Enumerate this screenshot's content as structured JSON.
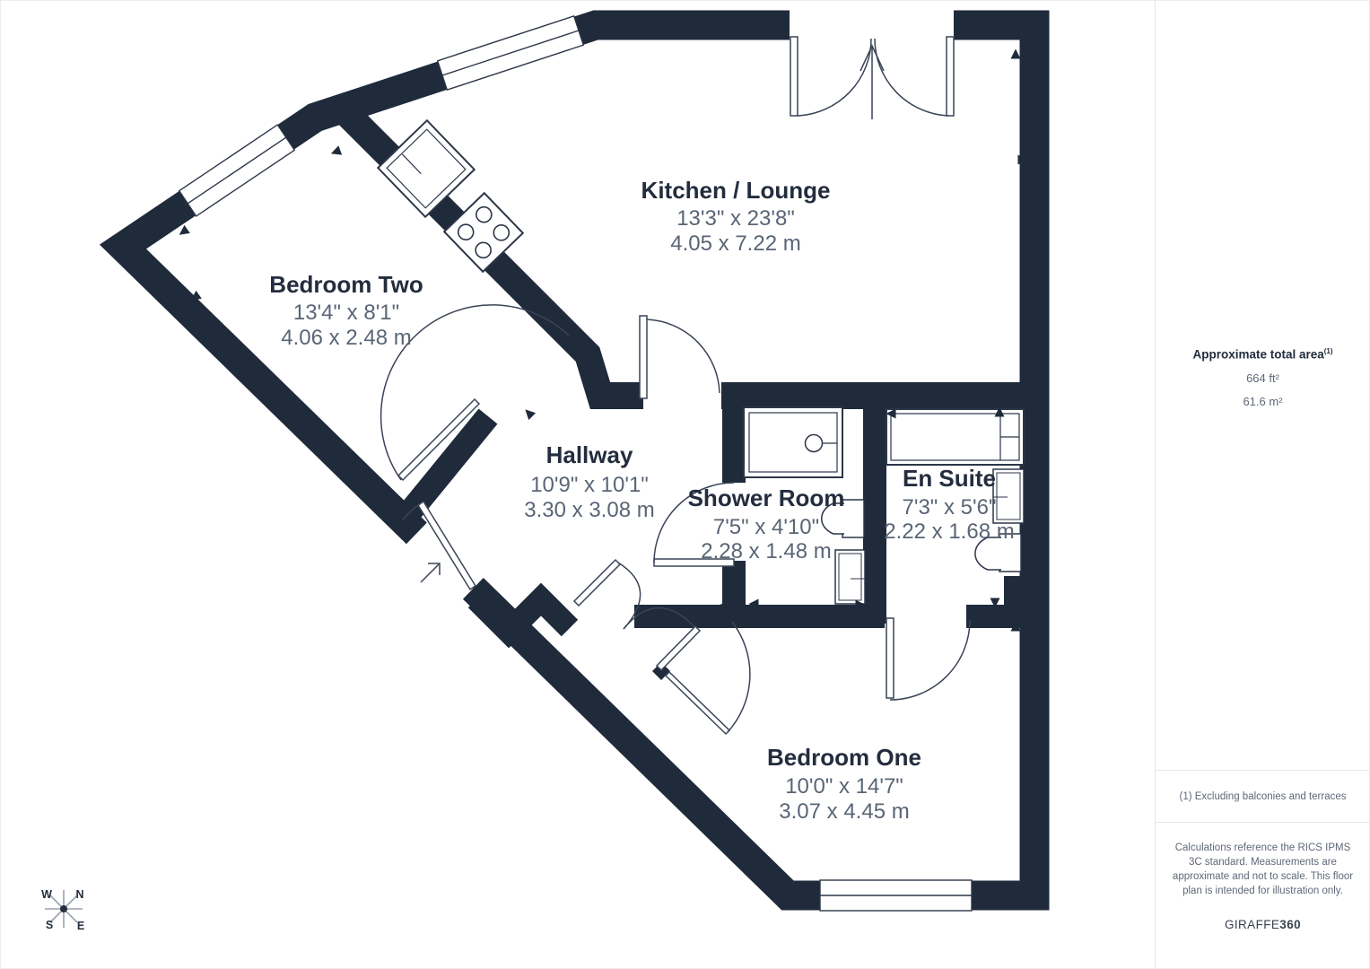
{
  "rooms": {
    "kitchen_lounge": {
      "name": "Kitchen / Lounge",
      "dims_imperial": "13'3\" x 23'8\"",
      "dims_metric": "4.05 x 7.22 m"
    },
    "bedroom_two": {
      "name": "Bedroom Two",
      "dims_imperial": "13'4\" x 8'1\"",
      "dims_metric": "4.06 x 2.48 m"
    },
    "hallway": {
      "name": "Hallway",
      "dims_imperial": "10'9\" x 10'1\"",
      "dims_metric": "3.30 x 3.08 m"
    },
    "shower_room": {
      "name": "Shower Room",
      "dims_imperial": "7'5\" x 4'10\"",
      "dims_metric": "2.28 x 1.48 m"
    },
    "en_suite": {
      "name": "En Suite",
      "dims_imperial": "7'3\" x 5'6\"",
      "dims_metric": "2.22 x 1.68 m"
    },
    "bedroom_one": {
      "name": "Bedroom One",
      "dims_imperial": "10'0\" x 14'7\"",
      "dims_metric": "3.07 x 4.45 m"
    }
  },
  "sidebar": {
    "area_title": "Approximate total area",
    "area_footnote_marker": "(1)",
    "area_ft": "664 ft²",
    "area_m": "61.6 m²",
    "footnote": "(1) Excluding balconies and terraces",
    "disclaimer": "Calculations reference the RICS IPMS 3C standard. Measurements are approximate and not to scale. This floor plan is intended for illustration only.",
    "brand_prefix": "GIRAFFE",
    "brand_suffix": "360"
  },
  "compass": {
    "north": "N",
    "south": "S",
    "east": "E",
    "west": "W"
  },
  "colors": {
    "wall": "#1f2a3a",
    "room_label": "#232d3e",
    "dimension_text": "#5a6575",
    "fixture_line": "#2c3648",
    "divider": "#e5e6e9"
  }
}
